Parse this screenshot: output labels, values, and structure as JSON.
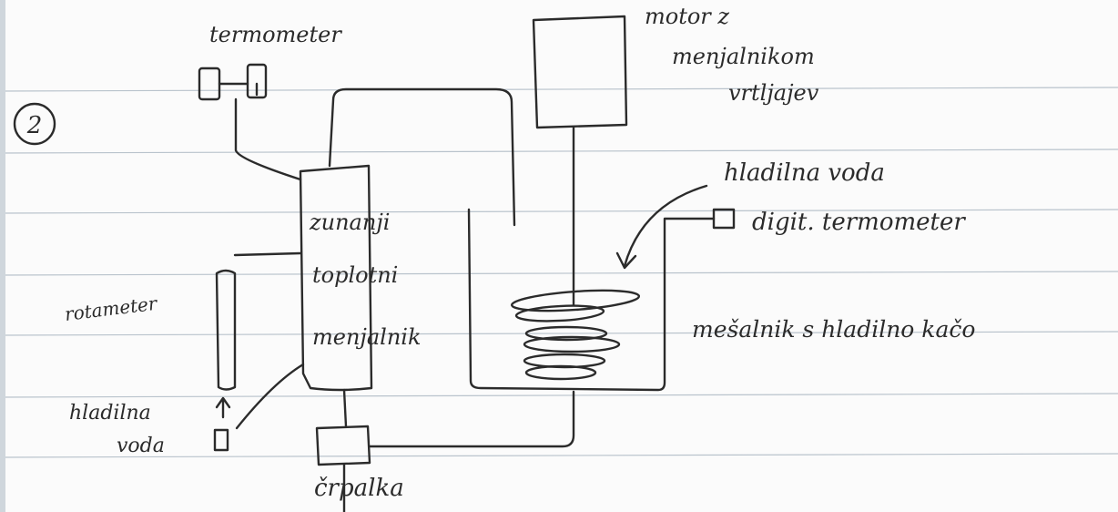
{
  "circled_number": "2",
  "labels": {
    "termometer": "termometer",
    "motor_line1": "motor z",
    "motor_line2": "menjalnikom",
    "motor_line3": "vrtljajev",
    "hladilna_voda_top": "hladilna voda",
    "digit_termometer": "digit. termometer",
    "exchanger_line1": "zunanji",
    "exchanger_line2": "toplotni",
    "exchanger_line3": "menjalnik",
    "rotameter": "rotameter",
    "mesalnik": "mešalnik s hladilno kačo",
    "hladilna_voda_bottom_line1": "hladilna",
    "hladilna_voda_bottom_line2": "voda",
    "crpalka": "črpalka"
  },
  "colors": {
    "ink": "#2b2b2b",
    "paper": "#fbfbfb",
    "rules": "#b9c3cc"
  }
}
